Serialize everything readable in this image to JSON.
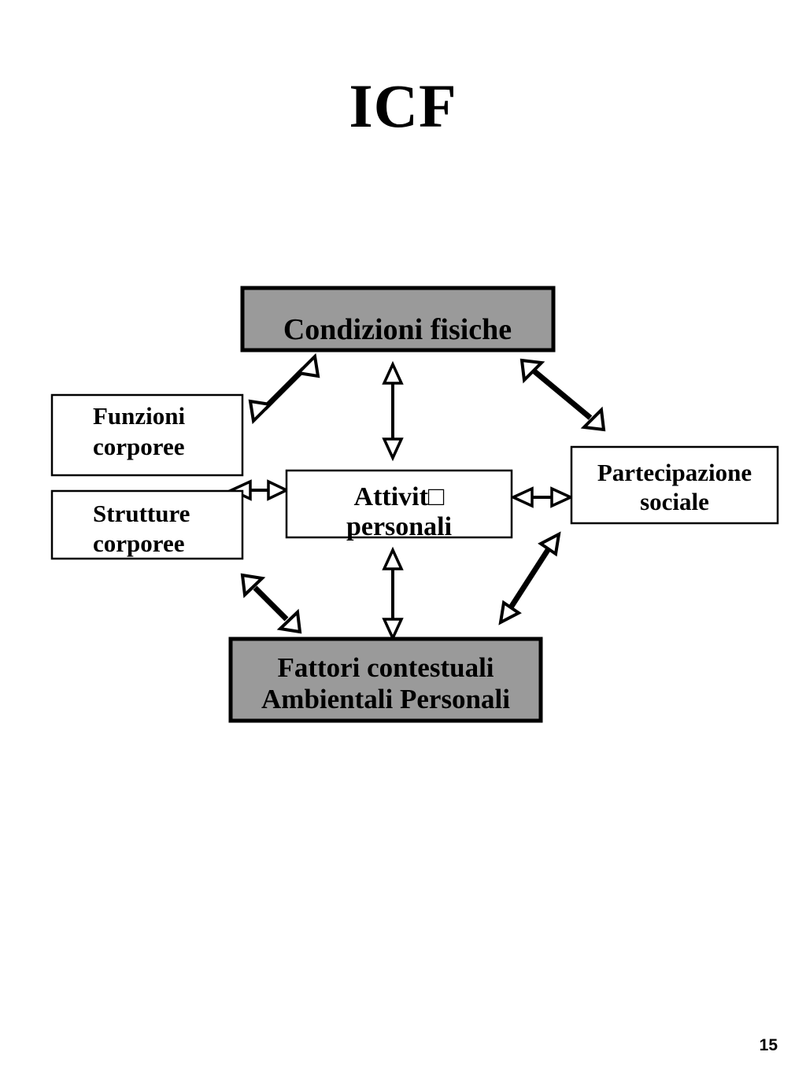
{
  "slide": {
    "title": "ICF",
    "page_number": "15",
    "background_color": "#ffffff",
    "text_color": "#000000",
    "shaded_fill": "#9a9a9a",
    "plain_fill": "#ffffff",
    "border_color": "#000000"
  },
  "diagram": {
    "type": "relationship-diagram",
    "nodes": [
      {
        "id": "condizioni-fisiche",
        "label": "Condizioni fisiche",
        "style": "shaded",
        "position": "top-center"
      },
      {
        "id": "funzioni-corporee",
        "label_line1": "Funzioni",
        "label_line2": "corporee",
        "style": "plain",
        "position": "left-upper"
      },
      {
        "id": "strutture-corporee",
        "label_line1": "Strutture",
        "label_line2": "corporee",
        "style": "plain",
        "position": "left-lower"
      },
      {
        "id": "attivita-personali",
        "label_line1": "Attivit□",
        "label_line2": "personali",
        "style": "plain",
        "position": "center"
      },
      {
        "id": "partecipazione-sociale",
        "label_line1": "Partecipazione",
        "label_line2": "sociale",
        "style": "plain",
        "position": "right"
      },
      {
        "id": "fattori-contestuali",
        "label_line1": "Fattori contestuali",
        "label_line2": "Ambientali Personali",
        "style": "shaded",
        "position": "bottom-center"
      }
    ],
    "connectors": [
      {
        "id": "conn-condizioni-funzioni",
        "from": "funzioni-corporee",
        "to": "condizioni-fisiche",
        "direction": "bidirectional",
        "weight": "thick"
      },
      {
        "id": "conn-condizioni-attivita",
        "from": "attivita-personali",
        "to": "condizioni-fisiche",
        "direction": "bidirectional",
        "weight": "thin"
      },
      {
        "id": "conn-condizioni-partecipazione",
        "from": "condizioni-fisiche",
        "to": "partecipazione-sociale",
        "direction": "bidirectional",
        "weight": "thick"
      },
      {
        "id": "conn-corporee-attivita",
        "from": "strutture-corporee",
        "to": "attivita-personali",
        "direction": "bidirectional",
        "weight": "thin"
      },
      {
        "id": "conn-attivita-partecipazione",
        "from": "attivita-personali",
        "to": "partecipazione-sociale",
        "direction": "bidirectional",
        "weight": "thin"
      },
      {
        "id": "conn-corporee-fattori",
        "from": "strutture-corporee",
        "to": "fattori-contestuali",
        "direction": "bidirectional",
        "weight": "thick"
      },
      {
        "id": "conn-attivita-fattori",
        "from": "attivita-personali",
        "to": "fattori-contestuali",
        "direction": "bidirectional",
        "weight": "thin"
      },
      {
        "id": "conn-partecipazione-fattori",
        "from": "fattori-contestuali",
        "to": "partecipazione-sociale",
        "direction": "bidirectional",
        "weight": "thick"
      }
    ]
  }
}
